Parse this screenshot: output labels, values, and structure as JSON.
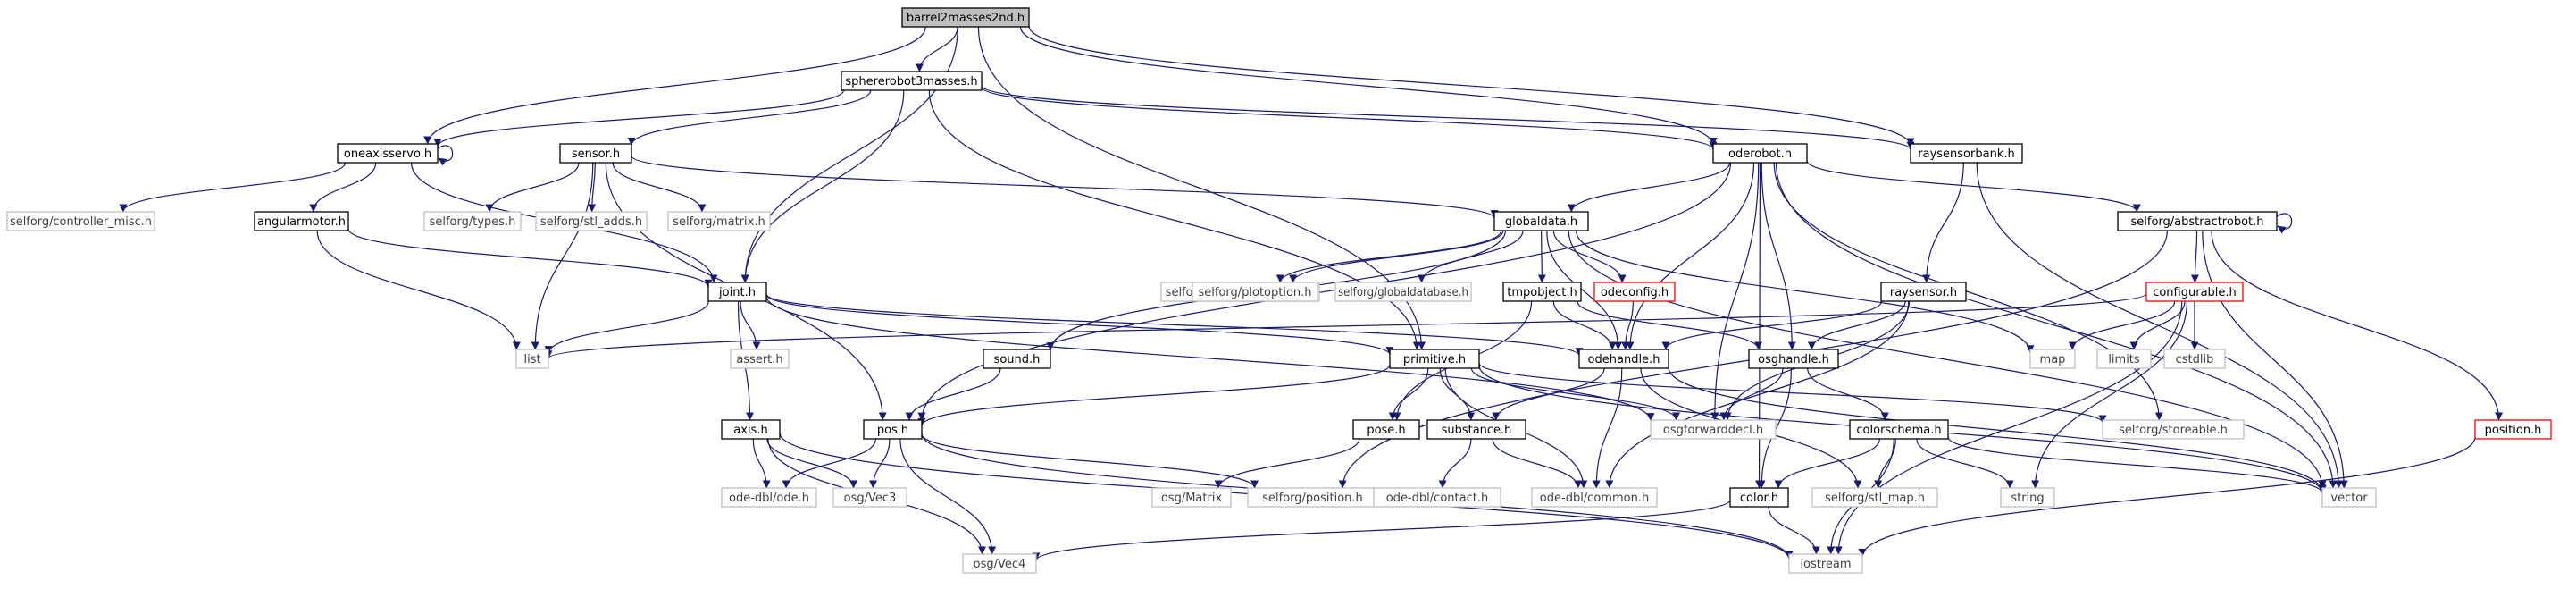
{
  "graph": {
    "nodes": [
      {
        "id": "barrel2masses2nd",
        "label": "barrel2masses2nd.h",
        "style": "root"
      },
      {
        "id": "sphererobot3masses",
        "label": "sphererobot3masses.h",
        "style": "normal"
      },
      {
        "id": "oneaxisservo",
        "label": "oneaxisservo.h",
        "style": "normal"
      },
      {
        "id": "sensor",
        "label": "sensor.h",
        "style": "normal"
      },
      {
        "id": "oderobot",
        "label": "oderobot.h",
        "style": "normal"
      },
      {
        "id": "raysensorbank",
        "label": "raysensorbank.h",
        "style": "normal"
      },
      {
        "id": "controller_misc",
        "label": "selforg/controller_misc.h",
        "style": "external"
      },
      {
        "id": "angularmotor",
        "label": "angularmotor.h",
        "style": "normal"
      },
      {
        "id": "types",
        "label": "selforg/types.h",
        "style": "external"
      },
      {
        "id": "stl_adds",
        "label": "selforg/stl_adds.h",
        "style": "external"
      },
      {
        "id": "matrix",
        "label": "selforg/matrix.h",
        "style": "external"
      },
      {
        "id": "globaldata",
        "label": "globaldata.h",
        "style": "normal"
      },
      {
        "id": "abstractrobot",
        "label": "selforg/abstractrobot.h",
        "style": "normal"
      },
      {
        "id": "joint",
        "label": "joint.h",
        "style": "normal"
      },
      {
        "id": "backcallervector",
        "label": "selforg/backcallervector.h",
        "style": "external"
      },
      {
        "id": "plotoption",
        "label": "selforg/plotoption.h",
        "style": "external"
      },
      {
        "id": "globaldatabase",
        "label": "selforg/globaldatabase.h",
        "style": "external"
      },
      {
        "id": "tmpobject",
        "label": "tmpobject.h",
        "style": "normal"
      },
      {
        "id": "odeconfig",
        "label": "odeconfig.h",
        "style": "red"
      },
      {
        "id": "raysensor",
        "label": "raysensor.h",
        "style": "normal"
      },
      {
        "id": "configurable",
        "label": "configurable.h",
        "style": "red"
      },
      {
        "id": "list",
        "label": "list",
        "style": "external"
      },
      {
        "id": "assert",
        "label": "assert.h",
        "style": "external"
      },
      {
        "id": "sound",
        "label": "sound.h",
        "style": "normal"
      },
      {
        "id": "primitive",
        "label": "primitive.h",
        "style": "normal"
      },
      {
        "id": "odehandle",
        "label": "odehandle.h",
        "style": "normal"
      },
      {
        "id": "osghandle",
        "label": "osghandle.h",
        "style": "normal"
      },
      {
        "id": "map",
        "label": "map",
        "style": "external"
      },
      {
        "id": "limits",
        "label": "limits",
        "style": "external"
      },
      {
        "id": "cstdlib",
        "label": "cstdlib",
        "style": "external"
      },
      {
        "id": "axis",
        "label": "axis.h",
        "style": "normal"
      },
      {
        "id": "pos",
        "label": "pos.h",
        "style": "normal"
      },
      {
        "id": "pose",
        "label": "pose.h",
        "style": "normal"
      },
      {
        "id": "substance",
        "label": "substance.h",
        "style": "normal"
      },
      {
        "id": "osgforwarddecl",
        "label": "osgforwarddecl.h",
        "style": "external"
      },
      {
        "id": "storeable",
        "label": "selforg/storeable.h",
        "style": "external"
      },
      {
        "id": "colorschema",
        "label": "colorschema.h",
        "style": "normal"
      },
      {
        "id": "position",
        "label": "position.h",
        "style": "red"
      },
      {
        "id": "odedbl_ode",
        "label": "ode-dbl/ode.h",
        "style": "external"
      },
      {
        "id": "osg_vec3",
        "label": "osg/Vec3",
        "style": "external"
      },
      {
        "id": "osg_matrix",
        "label": "osg/Matrix",
        "style": "external"
      },
      {
        "id": "selforg_position",
        "label": "selforg/position.h",
        "style": "external"
      },
      {
        "id": "odedbl_contact",
        "label": "ode-dbl/contact.h",
        "style": "external"
      },
      {
        "id": "odedbl_common",
        "label": "ode-dbl/common.h",
        "style": "external"
      },
      {
        "id": "color",
        "label": "color.h",
        "style": "normal"
      },
      {
        "id": "stl_map",
        "label": "selforg/stl_map.h",
        "style": "external"
      },
      {
        "id": "string",
        "label": "string",
        "style": "external"
      },
      {
        "id": "vector",
        "label": "vector",
        "style": "external"
      },
      {
        "id": "osg_vec4",
        "label": "osg/Vec4",
        "style": "external"
      },
      {
        "id": "iostream",
        "label": "iostream",
        "style": "external"
      }
    ],
    "edges": [
      [
        "barrel2masses2nd",
        "sphererobot3masses"
      ],
      [
        "barrel2masses2nd",
        "oneaxisservo"
      ],
      [
        "barrel2masses2nd",
        "joint"
      ],
      [
        "barrel2masses2nd",
        "primitive"
      ],
      [
        "barrel2masses2nd",
        "oderobot"
      ],
      [
        "barrel2masses2nd",
        "raysensorbank"
      ],
      [
        "sphererobot3masses",
        "oneaxisservo"
      ],
      [
        "sphererobot3masses",
        "sensor"
      ],
      [
        "sphererobot3masses",
        "joint"
      ],
      [
        "sphererobot3masses",
        "primitive"
      ],
      [
        "sphererobot3masses",
        "oderobot"
      ],
      [
        "sphererobot3masses",
        "raysensorbank"
      ],
      [
        "oneaxisservo",
        "oneaxisservo"
      ],
      [
        "oneaxisservo",
        "controller_misc"
      ],
      [
        "oneaxisservo",
        "angularmotor"
      ],
      [
        "oneaxisservo",
        "joint"
      ],
      [
        "sensor",
        "types"
      ],
      [
        "sensor",
        "stl_adds"
      ],
      [
        "sensor",
        "matrix"
      ],
      [
        "sensor",
        "globaldata"
      ],
      [
        "sensor",
        "list"
      ],
      [
        "sensor",
        "pos"
      ],
      [
        "angularmotor",
        "joint"
      ],
      [
        "angularmotor",
        "list"
      ],
      [
        "oderobot",
        "globaldata"
      ],
      [
        "oderobot",
        "abstractrobot"
      ],
      [
        "oderobot",
        "odehandle"
      ],
      [
        "oderobot",
        "osghandle"
      ],
      [
        "oderobot",
        "osgforwarddecl"
      ],
      [
        "oderobot",
        "pos"
      ],
      [
        "oderobot",
        "color"
      ],
      [
        "oderobot",
        "storeable"
      ],
      [
        "oderobot",
        "vector"
      ],
      [
        "raysensorbank",
        "raysensor"
      ],
      [
        "raysensorbank",
        "vector"
      ],
      [
        "abstractrobot",
        "abstractrobot"
      ],
      [
        "abstractrobot",
        "configurable"
      ],
      [
        "abstractrobot",
        "position"
      ],
      [
        "abstractrobot",
        "vector"
      ],
      [
        "abstractrobot",
        "selforg_position"
      ],
      [
        "globaldata",
        "backcallervector"
      ],
      [
        "globaldata",
        "plotoption"
      ],
      [
        "globaldata",
        "globaldatabase"
      ],
      [
        "globaldata",
        "tmpobject"
      ],
      [
        "globaldata",
        "odeconfig"
      ],
      [
        "globaldata",
        "odehandle"
      ],
      [
        "globaldata",
        "sound"
      ],
      [
        "globaldata",
        "map"
      ],
      [
        "globaldata",
        "vector"
      ],
      [
        "joint",
        "list"
      ],
      [
        "joint",
        "assert"
      ],
      [
        "joint",
        "axis"
      ],
      [
        "joint",
        "primitive"
      ],
      [
        "joint",
        "odehandle"
      ],
      [
        "joint",
        "osgforwarddecl"
      ],
      [
        "tmpobject",
        "odehandle"
      ],
      [
        "tmpobject",
        "osghandle"
      ],
      [
        "tmpobject",
        "pose"
      ],
      [
        "odeconfig",
        "odehandle"
      ],
      [
        "raysensor",
        "odehandle"
      ],
      [
        "raysensor",
        "osghandle"
      ],
      [
        "raysensor",
        "osgforwarddecl"
      ],
      [
        "raysensor",
        "odedbl_common"
      ],
      [
        "configurable",
        "map"
      ],
      [
        "configurable",
        "limits"
      ],
      [
        "configurable",
        "cstdlib"
      ],
      [
        "configurable",
        "string"
      ],
      [
        "configurable",
        "iostream"
      ],
      [
        "configurable",
        "list"
      ],
      [
        "sound",
        "pos"
      ],
      [
        "primitive",
        "pos"
      ],
      [
        "primitive",
        "pose"
      ],
      [
        "primitive",
        "substance"
      ],
      [
        "primitive",
        "osgforwarddecl"
      ],
      [
        "primitive",
        "odedbl_common"
      ],
      [
        "primitive",
        "storeable"
      ],
      [
        "primitive",
        "vector"
      ],
      [
        "odehandle",
        "substance"
      ],
      [
        "odehandle",
        "odedbl_common"
      ],
      [
        "odehandle",
        "stl_map"
      ],
      [
        "odehandle",
        "vector"
      ],
      [
        "osghandle",
        "osgforwarddecl"
      ],
      [
        "osghandle",
        "color"
      ],
      [
        "osghandle",
        "colorschema"
      ],
      [
        "colorschema",
        "color"
      ],
      [
        "colorschema",
        "stl_map"
      ],
      [
        "colorschema",
        "string"
      ],
      [
        "colorschema",
        "vector"
      ],
      [
        "colorschema",
        "iostream"
      ],
      [
        "axis",
        "odedbl_ode"
      ],
      [
        "axis",
        "osg_vec3"
      ],
      [
        "axis",
        "osg_vec4"
      ],
      [
        "axis",
        "iostream"
      ],
      [
        "pos",
        "odedbl_ode"
      ],
      [
        "pos",
        "osg_vec3"
      ],
      [
        "pos",
        "osg_vec4"
      ],
      [
        "pos",
        "selforg_position"
      ],
      [
        "pos",
        "iostream"
      ],
      [
        "pose",
        "osg_matrix"
      ],
      [
        "substance",
        "odedbl_contact"
      ],
      [
        "substance",
        "odedbl_common"
      ],
      [
        "color",
        "osg_vec4"
      ],
      [
        "color",
        "iostream"
      ],
      [
        "position",
        "iostream"
      ]
    ],
    "colors": {
      "edge": "#191970",
      "root_fill": "#bfbfbf",
      "normal_border": "#000000",
      "external_border": "#bfbfbf",
      "external_text": "#404040",
      "red_border": "#ff0000",
      "text": "#000000"
    }
  }
}
